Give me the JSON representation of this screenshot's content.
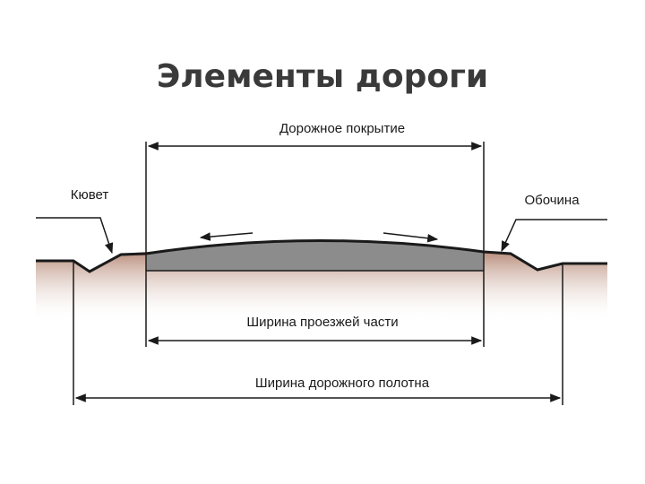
{
  "title": "Элементы дороги",
  "labels": {
    "pavement": "Дорожное покрытие",
    "ditch": "Кювет",
    "shoulder": "Обочина",
    "carriageway_width": "Ширина проезжей части",
    "roadbed_width": "Ширина дорожного полотна"
  },
  "colors": {
    "ground": "#c8a899",
    "pavement": "#8c8c8c",
    "line": "#1a1a1a"
  }
}
